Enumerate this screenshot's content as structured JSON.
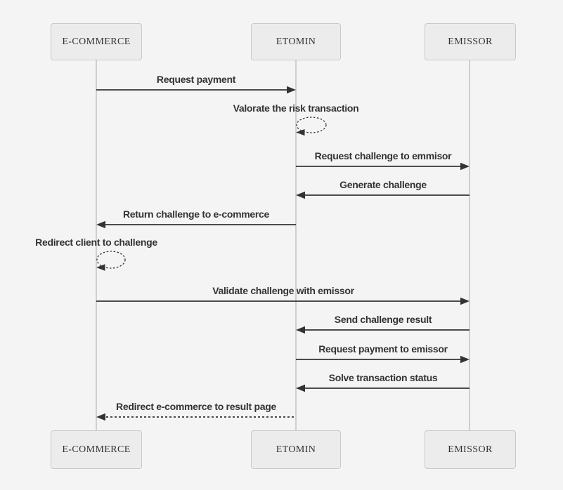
{
  "diagram": {
    "type": "sequence-diagram"
  },
  "colors": {
    "background": "#f4f4f4",
    "actor_fill": "#ececec",
    "actor_border": "#c9c9c9",
    "lifeline": "#cfcfcf",
    "arrow": "#333333",
    "text": "#333333"
  },
  "actors": [
    {
      "id": "e-commerce",
      "label": "E-COMMERCE"
    },
    {
      "id": "etomin",
      "label": "ETOMIN"
    },
    {
      "id": "emissor",
      "label": "EMISSOR"
    }
  ],
  "messages": [
    {
      "label": "Request payment",
      "from": "E-COMMERCE",
      "to": "ETOMIN",
      "style": "solid"
    },
    {
      "label": "Valorate the risk transaction",
      "from": "ETOMIN",
      "to": "ETOMIN",
      "style": "self-dotted"
    },
    {
      "label": "Request challenge to emmisor",
      "from": "ETOMIN",
      "to": "EMISSOR",
      "style": "solid"
    },
    {
      "label": "Generate challenge",
      "from": "EMISSOR",
      "to": "ETOMIN",
      "style": "solid"
    },
    {
      "label": "Return challenge to e-commerce",
      "from": "ETOMIN",
      "to": "E-COMMERCE",
      "style": "solid"
    },
    {
      "label": "Redirect client to challenge",
      "from": "E-COMMERCE",
      "to": "E-COMMERCE",
      "style": "self-dotted"
    },
    {
      "label": "Validate challenge with emissor",
      "from": "E-COMMERCE",
      "to": "EMISSOR",
      "style": "solid"
    },
    {
      "label": "Send challenge result",
      "from": "EMISSOR",
      "to": "ETOMIN",
      "style": "solid"
    },
    {
      "label": "Request payment to emissor",
      "from": "ETOMIN",
      "to": "EMISSOR",
      "style": "solid"
    },
    {
      "label": "Solve transaction status",
      "from": "EMISSOR",
      "to": "ETOMIN",
      "style": "solid"
    },
    {
      "label": "Redirect e-commerce to result page",
      "from": "ETOMIN",
      "to": "E-COMMERCE",
      "style": "dashed"
    }
  ]
}
